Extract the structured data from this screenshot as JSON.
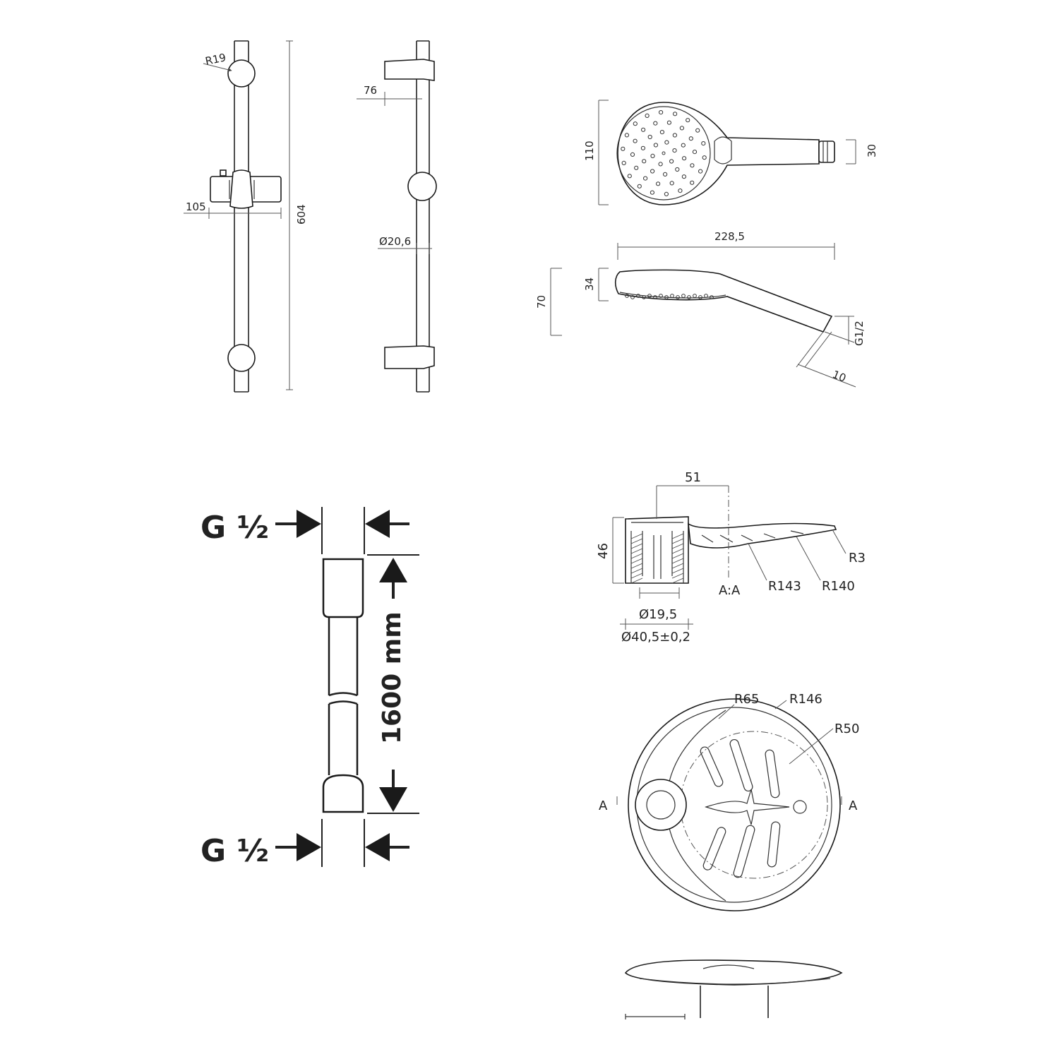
{
  "rail": {
    "ball_radius": "R19",
    "slider_offset": "105",
    "height": "604",
    "bracket_projection": "76",
    "tube_diameter": "Ø20,6"
  },
  "hand_shower": {
    "head_height": "110",
    "connector_height": "30",
    "length": "228,5",
    "head_thickness": "34",
    "side_height": "70",
    "thread": "G1/2",
    "thread_length": "10"
  },
  "hose": {
    "thread_top": "G ½",
    "thread_bottom": "G ½",
    "length": "1600 mm"
  },
  "soap_dish": {
    "offset": "51",
    "height": "46",
    "section_label": "A:A",
    "edge_radius": "R3",
    "radius_143": "R143",
    "radius_140": "R140",
    "inner_diameter": "Ø19,5",
    "outer_diameter": "Ø40,5±0,2",
    "radius_65": "R65",
    "radius_146": "R146",
    "radius_50": "R50",
    "section_mark_left": "A",
    "section_mark_right": "A"
  }
}
